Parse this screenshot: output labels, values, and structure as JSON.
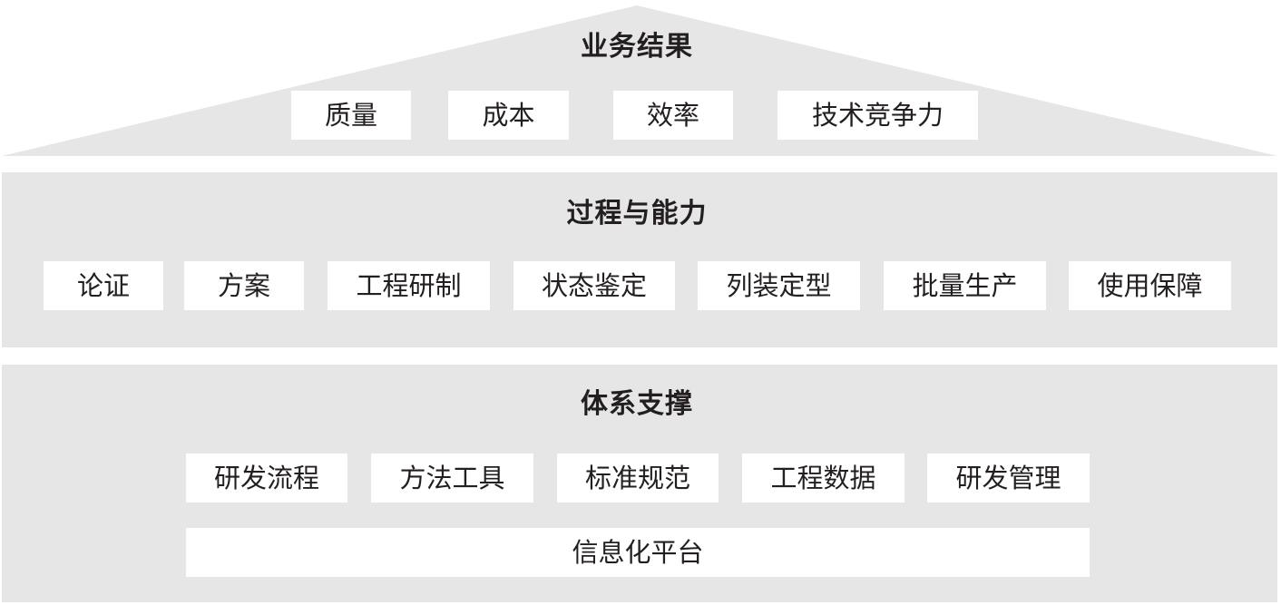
{
  "colors": {
    "band_fill": "#e6e6e6",
    "box_fill": "#ffffff",
    "text": "#231f20"
  },
  "results": {
    "title": "业务结果",
    "items": [
      "质量",
      "成本",
      "效率",
      "技术竞争力"
    ]
  },
  "process": {
    "title": "过程与能力",
    "items": [
      "论证",
      "方案",
      "工程研制",
      "状态鉴定",
      "列装定型",
      "批量生产",
      "使用保障"
    ]
  },
  "support": {
    "title": "体系支撑",
    "items": [
      "研发流程",
      "方法工具",
      "标准规范",
      "工程数据",
      "研发管理"
    ],
    "platform": "信息化平台"
  }
}
